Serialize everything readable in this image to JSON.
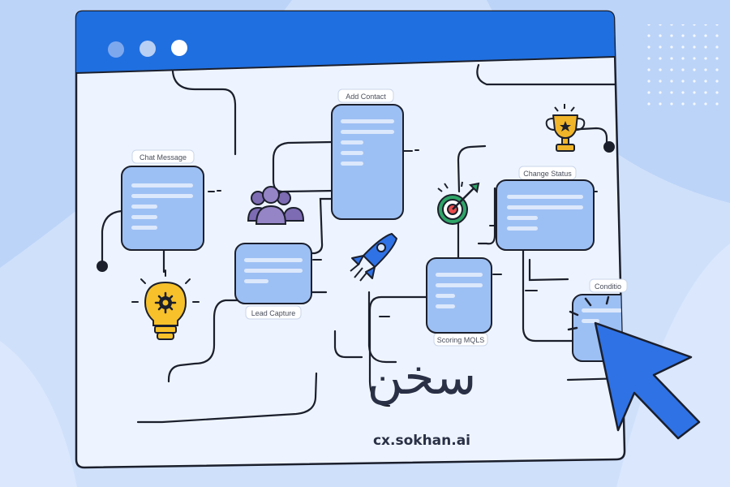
{
  "window": {
    "control_dots": [
      "close-dot",
      "minimize-dot",
      "maximize-dot"
    ]
  },
  "nodes": {
    "chat_message": "Chat Message",
    "add_contact": "Add Contact",
    "lead_capture": "Lead Capture",
    "scoring_mqls": "Scoring MQLS",
    "change_status": "Change Status",
    "conditions": "Conditio"
  },
  "icons": [
    "lightbulb-gear-icon",
    "team-icon",
    "rocket-icon",
    "target-icon",
    "trophy-icon",
    "cursor-arrow-icon"
  ],
  "brand": {
    "url": "cx.sokhan.ai",
    "logo": "سخن"
  },
  "colors": {
    "background": "#cfe0fb",
    "window_bar": "#1f6fe0",
    "window_body": "#eef4ff",
    "card": "#9dc0f4",
    "card_line": "#dce8fc",
    "outline": "#1b1f2c",
    "cursor": "#2f72e6",
    "bulb": "#f7c12b",
    "team": "#7d6bb3",
    "target": "#2ea567",
    "trophy": "#f1b52a"
  }
}
